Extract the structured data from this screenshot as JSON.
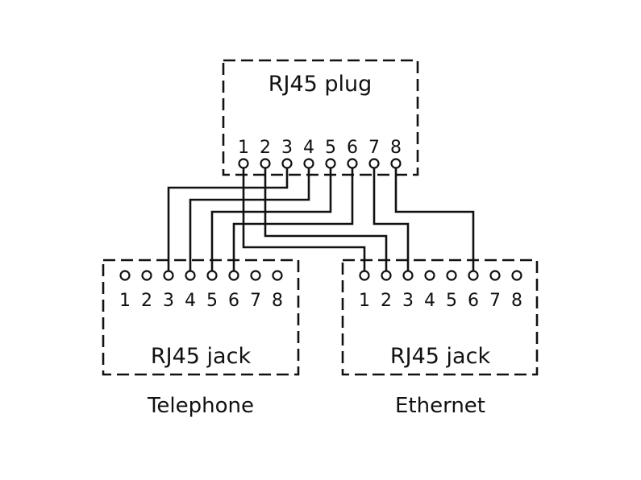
{
  "diagram": {
    "plug": {
      "label": "RJ45 plug",
      "pins": [
        "1",
        "2",
        "3",
        "4",
        "5",
        "6",
        "7",
        "8"
      ]
    },
    "telephone_jack": {
      "label": "RJ45 jack",
      "caption": "Telephone",
      "pins": [
        "1",
        "2",
        "3",
        "4",
        "5",
        "6",
        "7",
        "8"
      ]
    },
    "ethernet_jack": {
      "label": "RJ45 jack",
      "caption": "Ethernet",
      "pins": [
        "1",
        "2",
        "3",
        "4",
        "5",
        "6",
        "7",
        "8"
      ]
    },
    "connections": [
      {
        "from": "plug",
        "from_pin": 3,
        "to": "telephone_jack",
        "to_pin": 3
      },
      {
        "from": "plug",
        "from_pin": 4,
        "to": "telephone_jack",
        "to_pin": 4
      },
      {
        "from": "plug",
        "from_pin": 5,
        "to": "telephone_jack",
        "to_pin": 5
      },
      {
        "from": "plug",
        "from_pin": 6,
        "to": "telephone_jack",
        "to_pin": 6
      },
      {
        "from": "plug",
        "from_pin": 1,
        "to": "ethernet_jack",
        "to_pin": 1
      },
      {
        "from": "plug",
        "from_pin": 2,
        "to": "ethernet_jack",
        "to_pin": 2
      },
      {
        "from": "plug",
        "from_pin": 7,
        "to": "ethernet_jack",
        "to_pin": 3
      },
      {
        "from": "plug",
        "from_pin": 8,
        "to": "ethernet_jack",
        "to_pin": 6
      }
    ]
  }
}
